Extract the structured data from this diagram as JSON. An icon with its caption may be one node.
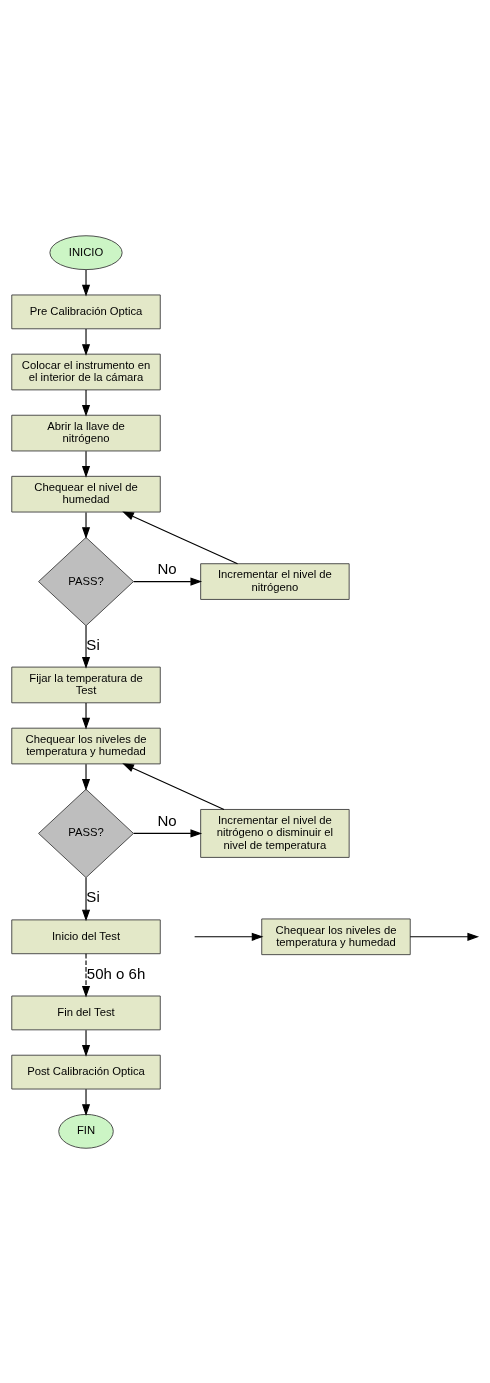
{
  "diagram": {
    "nodes": [
      {
        "text": [
          "INICIO"
        ]
      },
      {
        "text": [
          "Pre Calibración Optica"
        ]
      },
      {
        "text": [
          "Colocar el instrumento en el interior de la cámara"
        ]
      },
      {
        "text": [
          "Abrir la llave de nitrógeno"
        ]
      },
      {
        "text": [
          "Chequear el nivel de humedad"
        ]
      },
      {
        "text": [
          "PASS?"
        ]
      },
      {
        "text": [
          "Incrementar el nivel de nitrógeno"
        ]
      },
      {
        "text": [
          "Fijar la temperatura de Test"
        ]
      },
      {
        "text": [
          "Chequear los niveles de temperatura y humedad"
        ]
      },
      {
        "text": [
          "PASS?"
        ]
      },
      {
        "text": [
          "Incrementar el nivel de nitrógeno o disminuir el nivel de temperatura"
        ]
      },
      {
        "text": [
          "Inicio del Test"
        ]
      },
      {
        "text": [
          "Chequear los niveles de temperatura y humedad"
        ]
      },
      {
        "text": [
          "Fin del Test"
        ]
      },
      {
        "text": [
          "Post Calibración Optica"
        ]
      },
      {
        "text": [
          "FIN"
        ]
      }
    ],
    "edges": [
      {
        "from": 0,
        "to": 1,
        "arrow": "to"
      },
      {
        "from": 1,
        "to": 2,
        "arrow": "to"
      },
      {
        "from": 2,
        "to": 3,
        "arrow": "to"
      },
      {
        "from": 3,
        "to": 4,
        "arrow": "to"
      },
      {
        "from": 4,
        "to": 5,
        "arrow": "to"
      },
      {
        "from": 5,
        "to": 6,
        "arrow": "to",
        "label": "No"
      },
      {
        "from": 6,
        "to": 4,
        "arrow": "to"
      },
      {
        "from": 5,
        "to": 7,
        "arrow": "to",
        "label": "Si"
      },
      {
        "from": 7,
        "to": 8,
        "arrow": "to"
      },
      {
        "from": 8,
        "to": 9,
        "arrow": "to"
      },
      {
        "from": 9,
        "to": 10,
        "arrow": "to",
        "label": "No"
      },
      {
        "from": 10,
        "to": 8,
        "arrow": "to"
      },
      {
        "from": 9,
        "to": 11,
        "arrow": "to",
        "label": "Si"
      },
      {
        "from": 11,
        "to": 13,
        "arrow": "to",
        "label": "50h o 6h",
        "style": "dashed"
      },
      {
        "from": 12,
        "to": null,
        "arrow": "to"
      },
      {
        "from": null,
        "to": 12,
        "arrow": "to"
      },
      {
        "from": 13,
        "to": 14,
        "arrow": "to"
      },
      {
        "from": 14,
        "to": 15,
        "arrow": "to"
      }
    ]
  }
}
